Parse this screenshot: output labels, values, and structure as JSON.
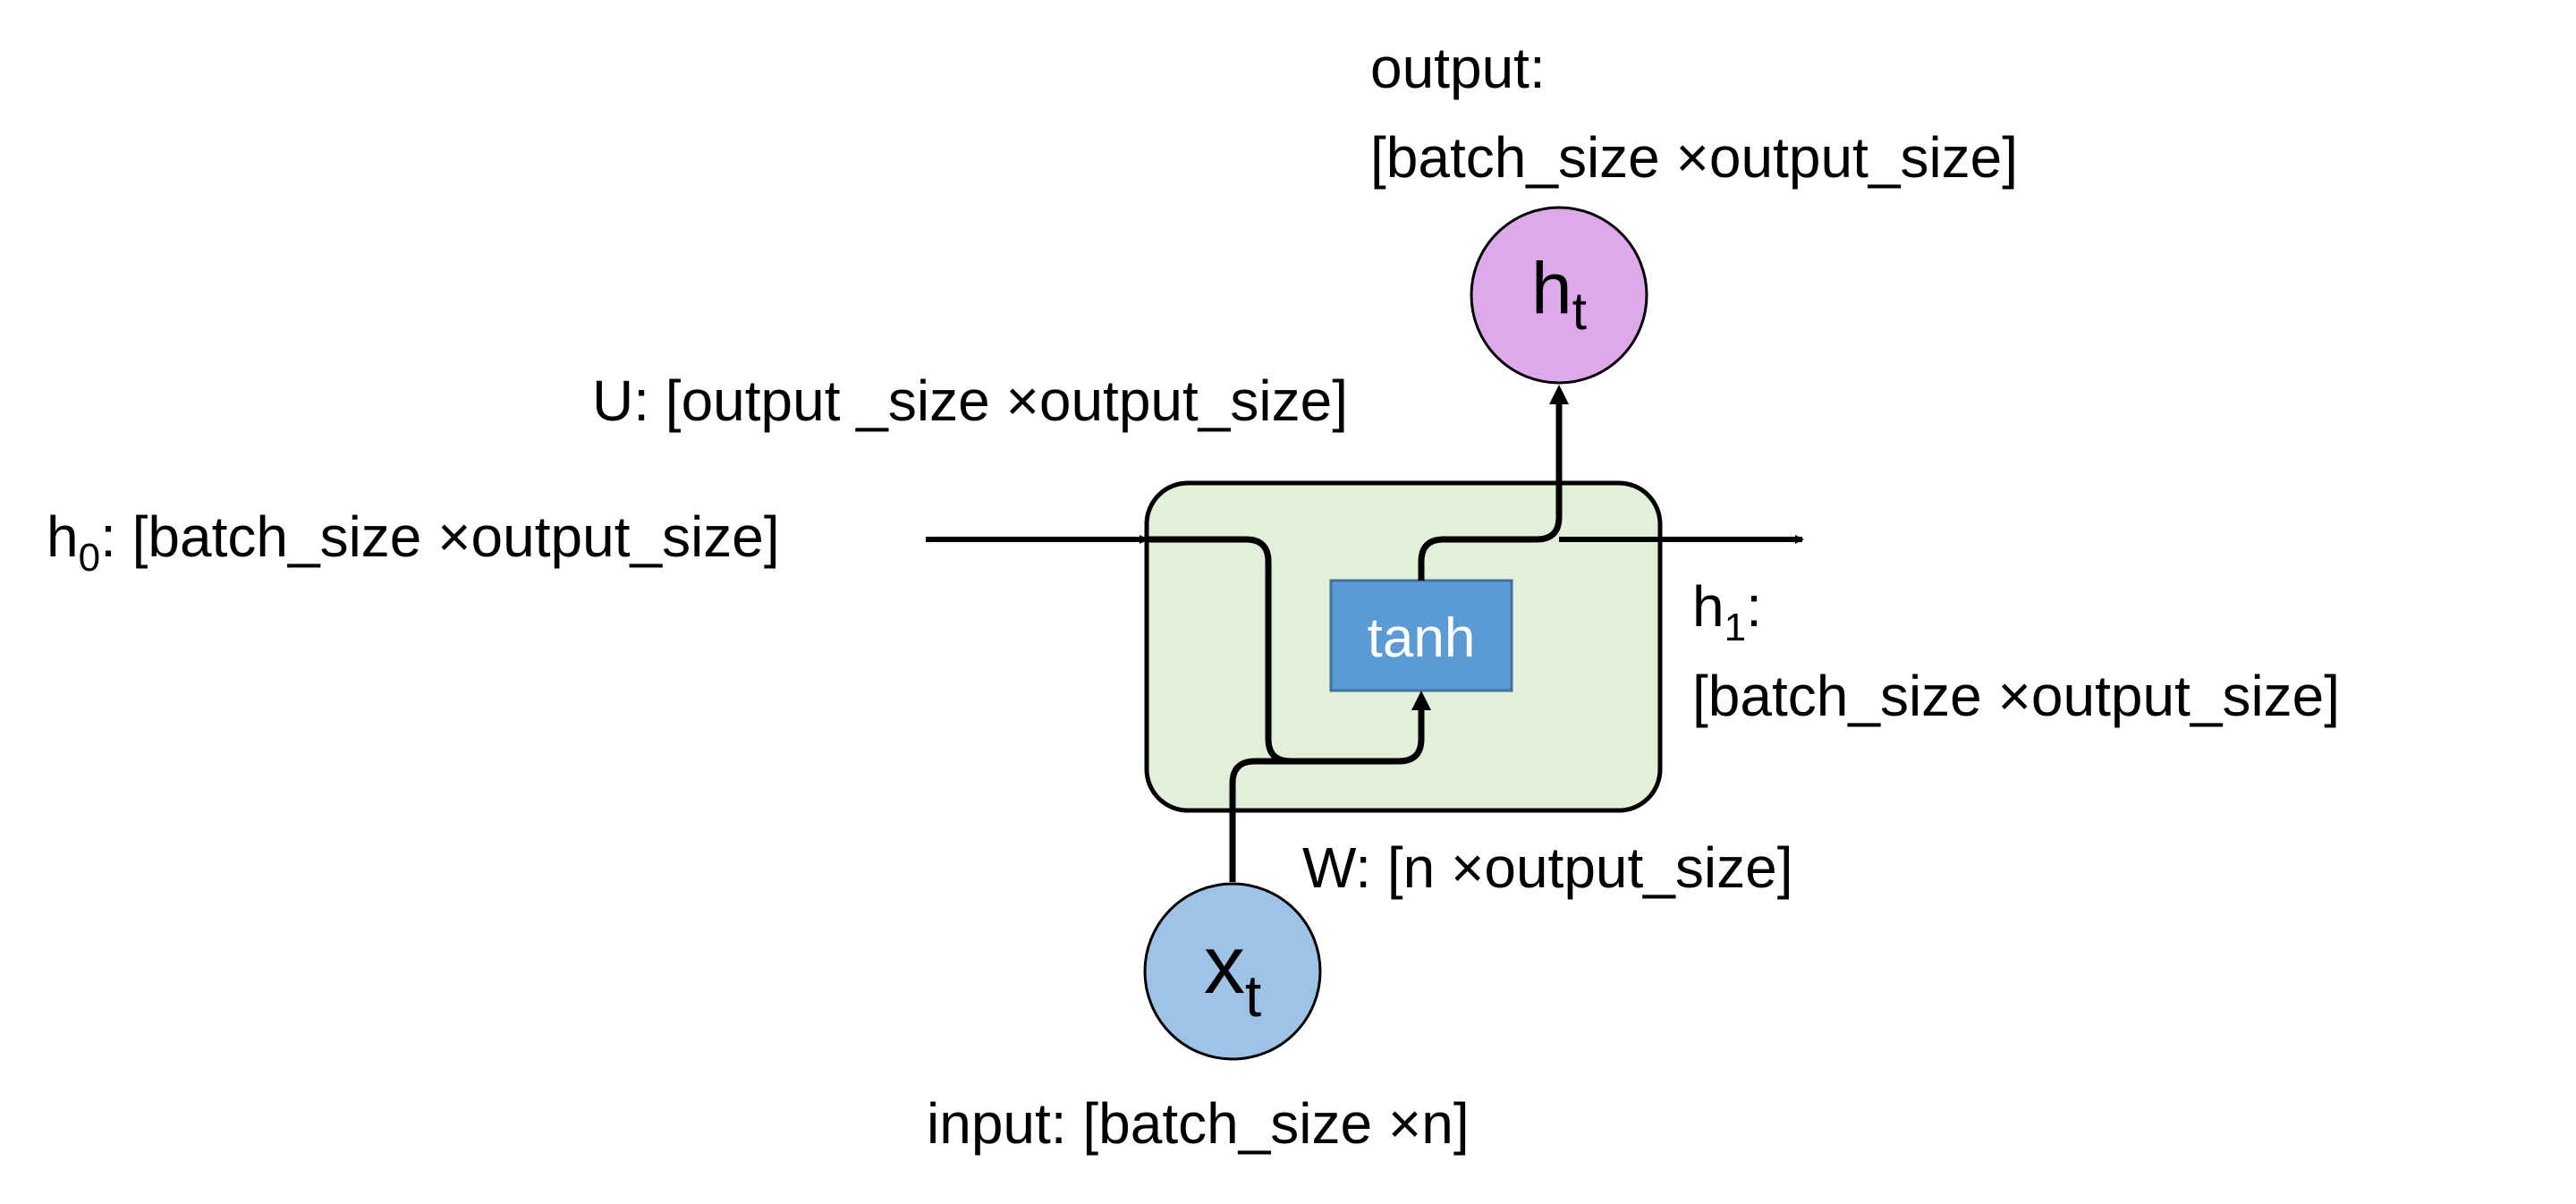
{
  "colors": {
    "cell_fill": "#e2efd9",
    "cell_stroke": "#000000",
    "tanh_fill": "#5b9bd5",
    "tanh_stroke": "#41719c",
    "tanh_text": "#ffffff",
    "ht_fill": "#dda9eb",
    "xt_fill": "#9dc3e6",
    "line": "#000000"
  },
  "labels": {
    "output_line1": "output:",
    "output_line2": "[batch_size ×output_size]",
    "U": "U: [output _size ×output_size]",
    "h0_var": "h",
    "h0_sub": "0",
    "h0_rest": ": [batch_size ×output_size]",
    "h1_var": "h",
    "h1_sub": "1",
    "h1_colon": ":",
    "h1_line2": "[batch_size ×output_size]",
    "W": "W: [n ×output_size]",
    "input": "input: [batch_size ×n]"
  },
  "nodes": {
    "tanh": "tanh",
    "ht_var": "h",
    "ht_sub": "t",
    "xt_var": "x",
    "xt_sub": "t"
  }
}
